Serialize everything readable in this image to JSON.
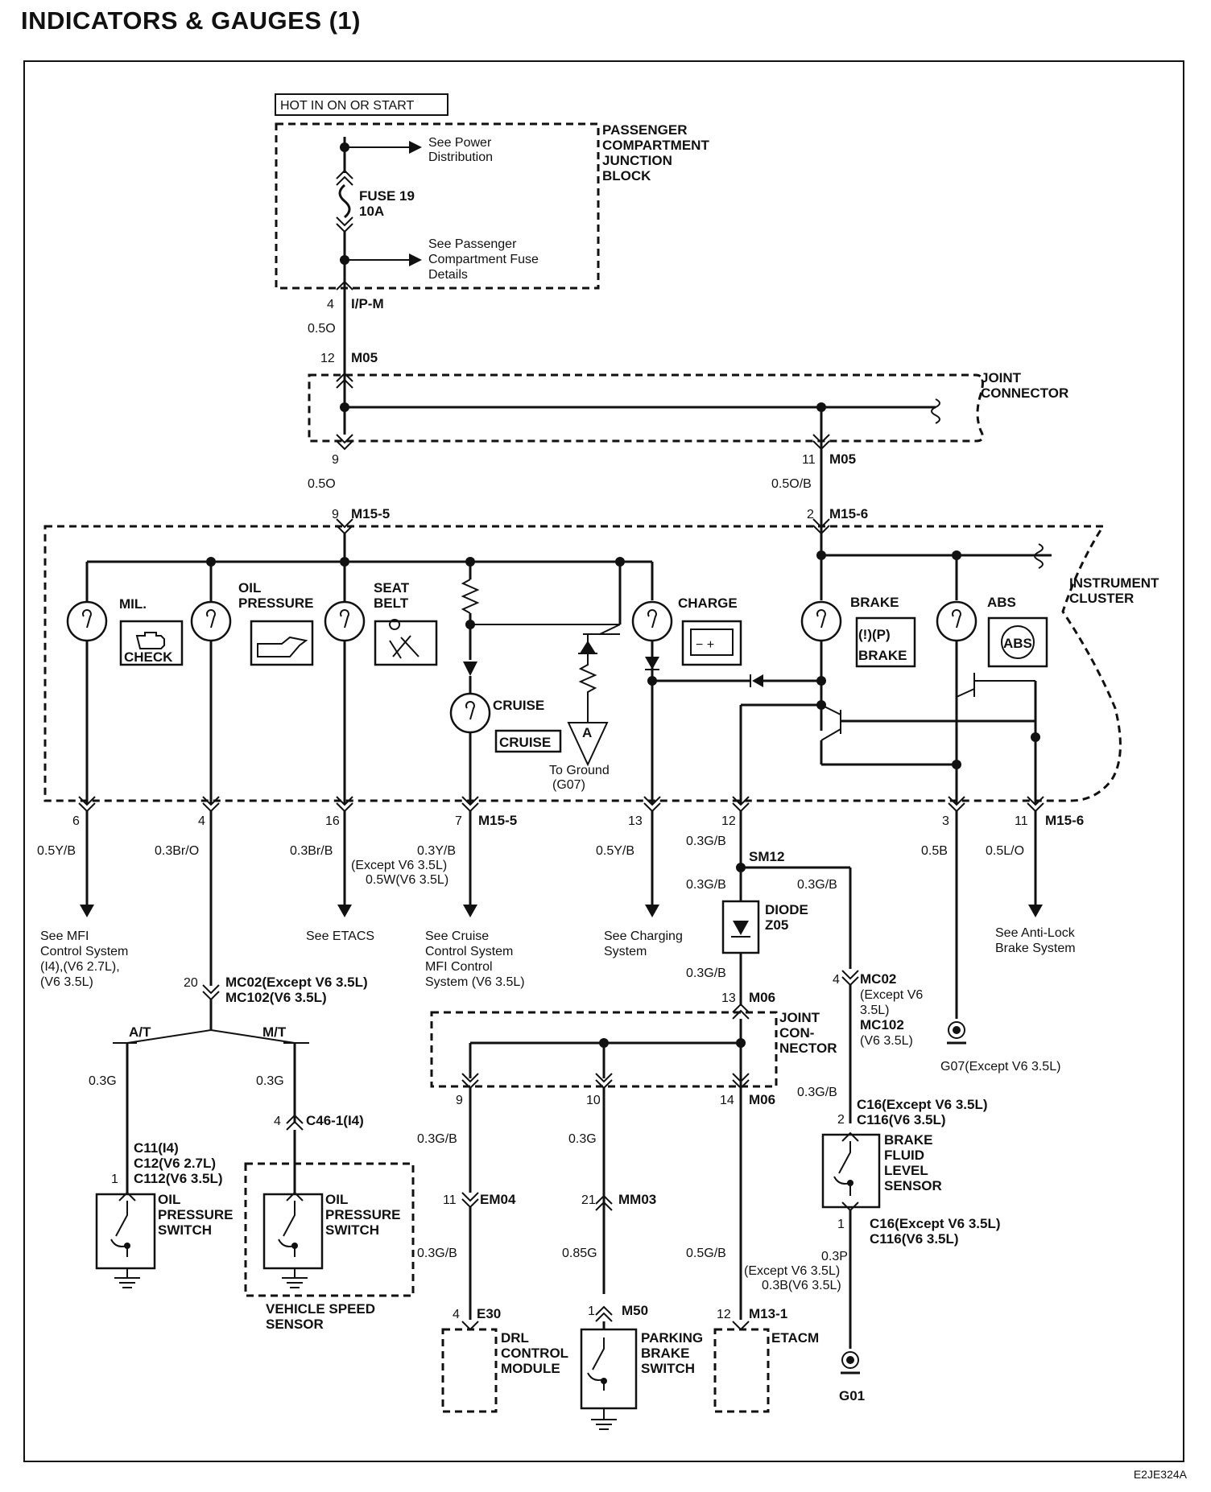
{
  "title": "INDICATORS & GAUGES (1)",
  "doc_code": "E2JE324A",
  "power": {
    "hot": "HOT IN ON OR START",
    "see_power": [
      "See Power",
      "Distribution"
    ],
    "fuse": [
      "FUSE 19",
      "10A"
    ],
    "see_fuse": [
      "See Passenger",
      "Compartment Fuse",
      "Details"
    ],
    "pcjb": [
      "PASSENGER",
      "COMPARTMENT",
      "JUNCTION",
      "BLOCK"
    ]
  },
  "joint1": {
    "label": [
      "JOINT",
      "CONNECTOR"
    ],
    "in_pin": "12",
    "in_conn": "M05",
    "out_left_pin": "9",
    "out_right_pin": "11",
    "out_right_conn": "M05"
  },
  "ipm": {
    "pin": "4",
    "conn": "I/P-M",
    "wire": "0.5O"
  },
  "cluster": {
    "label": [
      "INSTRUMENT",
      "CLUSTER"
    ],
    "pin_in_left": "9",
    "conn_in_left": "M15-5",
    "wire_in_left": "0.5O",
    "pin_in_right": "2",
    "conn_in_right": "M15-6",
    "wire_in_right": "0.5O/B"
  },
  "lamps": {
    "mil": "MIL.",
    "check": "CHECK",
    "oil": [
      "OIL",
      "PRESSURE"
    ],
    "seat": [
      "SEAT",
      "BELT"
    ],
    "cruise": "CRUISE",
    "cruise_icon": "CRUISE",
    "charge": "CHARGE",
    "brake": "BRAKE",
    "brake_sym": "(!)(P)",
    "brake_icon": "BRAKE",
    "abs": "ABS",
    "abs_icon": "ABS",
    "ground_a": "A",
    "to_ground": [
      "To Ground",
      "(G07)"
    ]
  },
  "outputs": [
    {
      "pin": "6",
      "wire": "0.5Y/B",
      "note": [
        "See MFI",
        "Control System",
        "(I4),(V6 2.7L),",
        "(V6 3.5L)"
      ]
    },
    {
      "pin": "4",
      "wire": "0.3Br/O"
    },
    {
      "pin": "16",
      "wire": "0.3Br/B",
      "note": [
        "See ETACS"
      ]
    },
    {
      "pin": "7",
      "conn": "M15-5",
      "wire": [
        "0.3Y/B",
        "(Except V6 3.5L)",
        "0.5W(V6 3.5L)"
      ],
      "note": [
        "See Cruise",
        "Control System",
        "MFI Control",
        "System (V6 3.5L)"
      ]
    },
    {
      "pin": "13",
      "wire": "0.5Y/B",
      "note": [
        "See Charging",
        "System"
      ]
    },
    {
      "pin": "12",
      "wire": "0.3G/B"
    },
    {
      "pin": "3",
      "wire": "0.5B"
    },
    {
      "pin": "11",
      "conn": "M15-6",
      "wire": "0.5L/O",
      "note": [
        "See Anti-Lock",
        "Brake System"
      ]
    }
  ],
  "oil_branch": {
    "pin": "20",
    "conn": "MC02(Except V6 3.5L)",
    "conn2": "MC102(V6 3.5L)",
    "at": "A/T",
    "mt": "M/T",
    "wire_at": "0.3G",
    "wire_mt": "0.3G",
    "c46_pin": "4",
    "c46": "C46-1(I4)",
    "c11_pin": "1",
    "c11": [
      "C11(I4)",
      "C12(V6 2.7L)",
      "C112(V6 3.5L)"
    ],
    "switch": [
      "OIL",
      "PRESSURE",
      "SWITCH"
    ],
    "vss": [
      "VEHICLE SPEED",
      "SENSOR"
    ]
  },
  "brake_branch": {
    "sm12": "SM12",
    "wire_l": "0.3G/B",
    "wire_r": "0.3G/B",
    "diode": [
      "DIODE",
      "Z05"
    ],
    "wire_d": "0.3G/B",
    "m06_pin": "13",
    "m06": "M06",
    "joint": [
      "JOINT",
      "CON-",
      "NECTOR"
    ],
    "mc_pin": "4",
    "mc": [
      "MC02",
      "(Except V6",
      "3.5L)",
      "MC102",
      "(V6 3.5L)"
    ],
    "wire_bf": "0.3G/B",
    "c16_pin": "2",
    "c16": [
      "C16(Except V6 3.5L)",
      "C116(V6 3.5L)"
    ],
    "bfl": [
      "BRAKE",
      "FLUID",
      "LEVEL",
      "SENSOR"
    ],
    "c16b_pin": "1",
    "c16b": [
      "C16(Except V6 3.5L)",
      "C116(V6 3.5L)"
    ],
    "wire_p": [
      "0.3P",
      "(Except V6 3.5L)",
      "0.3B(V6 3.5L)"
    ],
    "g01": "G01",
    "g07": "G07(Except V6 3.5L)"
  },
  "lower": {
    "p9": "9",
    "p10": "10",
    "p14": "14",
    "m06b": "M06",
    "w1": "0.3G/B",
    "w2": "0.3G",
    "em04_pin": "11",
    "em04": "EM04",
    "mm03_pin": "21",
    "mm03": "MM03",
    "w1b": "0.3G/B",
    "w2b": "0.85G",
    "w3b": "0.5G/B",
    "e30_pin": "4",
    "e30": "E30",
    "m50_pin": "1",
    "m50": "M50",
    "m13_pin": "12",
    "m13": "M13-1",
    "drl": [
      "DRL",
      "CONTROL",
      "MODULE"
    ],
    "pbs": [
      "PARKING",
      "BRAKE",
      "SWITCH"
    ],
    "etacm": "ETACM"
  }
}
